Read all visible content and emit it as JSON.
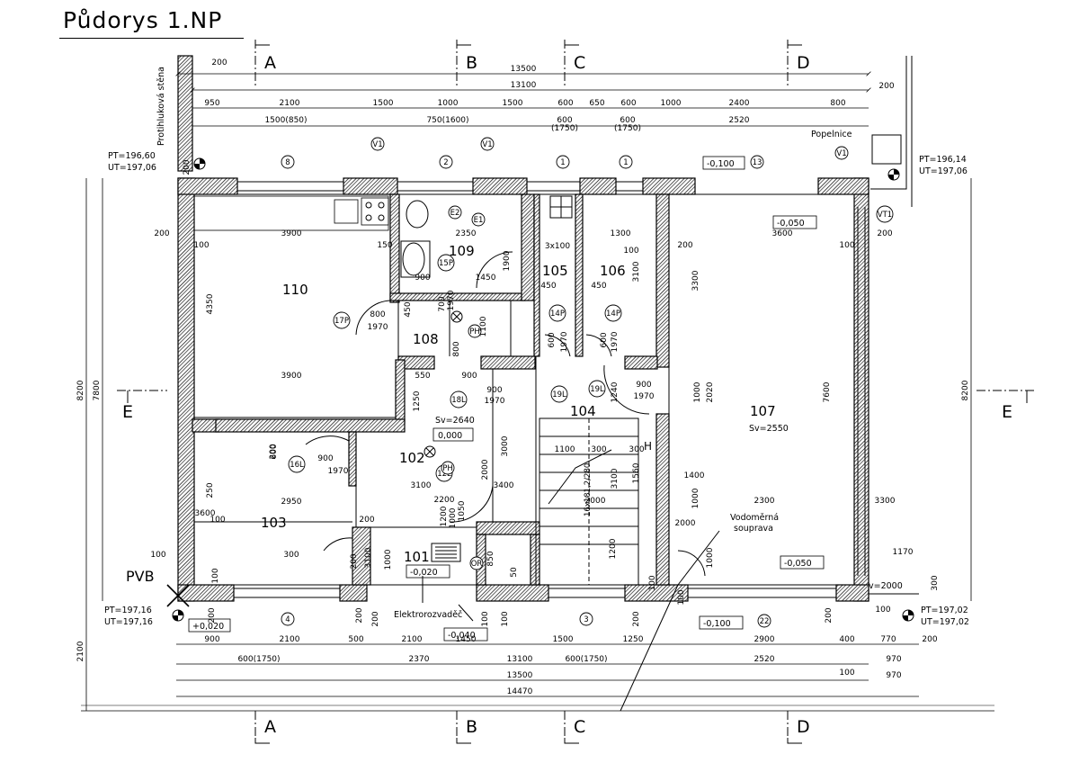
{
  "title": "Půdorys 1.NP",
  "axes": {
    "top": [
      "A",
      "B",
      "C",
      "D"
    ],
    "bottom": [
      "A",
      "B",
      "C",
      "D"
    ],
    "left": "E",
    "right": "E"
  },
  "rooms": [
    {
      "id": "110",
      "area": ""
    },
    {
      "id": "109",
      "area": ""
    },
    {
      "id": "108",
      "area": ""
    },
    {
      "id": "105",
      "area": ""
    },
    {
      "id": "106",
      "area": ""
    },
    {
      "id": "107",
      "area": "Sv=2550"
    },
    {
      "id": "104",
      "area": ""
    },
    {
      "id": "102",
      "area": "Sv=2640"
    },
    {
      "id": "103",
      "area": ""
    },
    {
      "id": "101",
      "area": ""
    }
  ],
  "levels": {
    "nw": [
      "PT=196,60",
      "UT=197,06"
    ],
    "ne": [
      "PT=196,14",
      "UT=197,06"
    ],
    "sw": [
      "PT=197,16",
      "UT=197,16"
    ],
    "se": [
      "PT=197,02",
      "UT=197,02"
    ]
  },
  "boxed_levels": [
    "-0,100",
    "-0,050",
    "0,000",
    "-0,020",
    "-0,050",
    "-0,100",
    "-0,040",
    "+0,020"
  ],
  "labels": {
    "wall": "Protihluková stěna",
    "popelnice": "Popelnice",
    "vodomer": [
      "Vodoměrná",
      "souprava"
    ],
    "elektro": "Elektrorozvaděč",
    "pvb": "PVB",
    "v2000": "v=2000",
    "stairs": "16x181,2/280",
    "h": "H"
  },
  "tags": [
    "V1",
    "V1",
    "V1",
    "VT1",
    "8",
    "2",
    "1",
    "1",
    "13",
    "E2",
    "E1",
    "15P",
    "17P",
    "PH",
    "14P",
    "14P",
    "18L",
    "19L",
    "19L",
    "16L",
    "12L",
    "PH",
    "OR",
    "4",
    "3",
    "22"
  ],
  "dims": {
    "top1": "13500",
    "top2": "13100",
    "top3": [
      "950",
      "2100",
      "1500",
      "1000",
      "1500",
      "600",
      "650",
      "600",
      "1000",
      "2400",
      "800"
    ],
    "top4": [
      "1500(850)",
      "750(1600)",
      "600",
      "(1750)",
      "600",
      "(1750)",
      "2520"
    ],
    "bot1": [
      "900",
      "2100",
      "500",
      "2100",
      "1450",
      "1500",
      "1250",
      "2900",
      "400",
      "770",
      "200"
    ],
    "bot2": [
      "600(1750)",
      "2370",
      "600(1750)",
      "2520",
      "970"
    ],
    "bot3": [
      "13100",
      "13500",
      "14470",
      "970"
    ],
    "left": [
      "8200",
      "7800",
      "2100"
    ],
    "right": "8200",
    "inner": [
      "200",
      "100",
      "3900",
      "150",
      "2350",
      "3x100",
      "1300",
      "100",
      "200",
      "3600",
      "100",
      "200",
      "4350",
      "900",
      "1450",
      "1900",
      "450",
      "450",
      "3300",
      "3100",
      "800",
      "1970",
      "450",
      "700",
      "1970",
      "1100",
      "800",
      "600",
      "1970",
      "600",
      "1970",
      "3900",
      "550",
      "900",
      "1250",
      "900",
      "1970",
      "900",
      "1970",
      "1240",
      "1000",
      "2020",
      "7600",
      "600",
      "900",
      "1970",
      "2000",
      "3000",
      "1100",
      "300",
      "300",
      "3100",
      "1560",
      "1400",
      "250",
      "2950",
      "3100",
      "2200",
      "3400",
      "1050",
      "2000",
      "1000",
      "2300",
      "3300",
      "3600",
      "200",
      "100",
      "100",
      "300",
      "3100",
      "1200",
      "1000",
      "1170",
      "850",
      "50",
      "1000",
      "1200",
      "1000",
      "2000",
      "300",
      "200",
      "100",
      "200",
      "200",
      "200",
      "100",
      "100",
      "200",
      "100",
      "100",
      "200",
      "200",
      "100",
      "100",
      "200",
      "200",
      "200",
      "200"
    ]
  }
}
